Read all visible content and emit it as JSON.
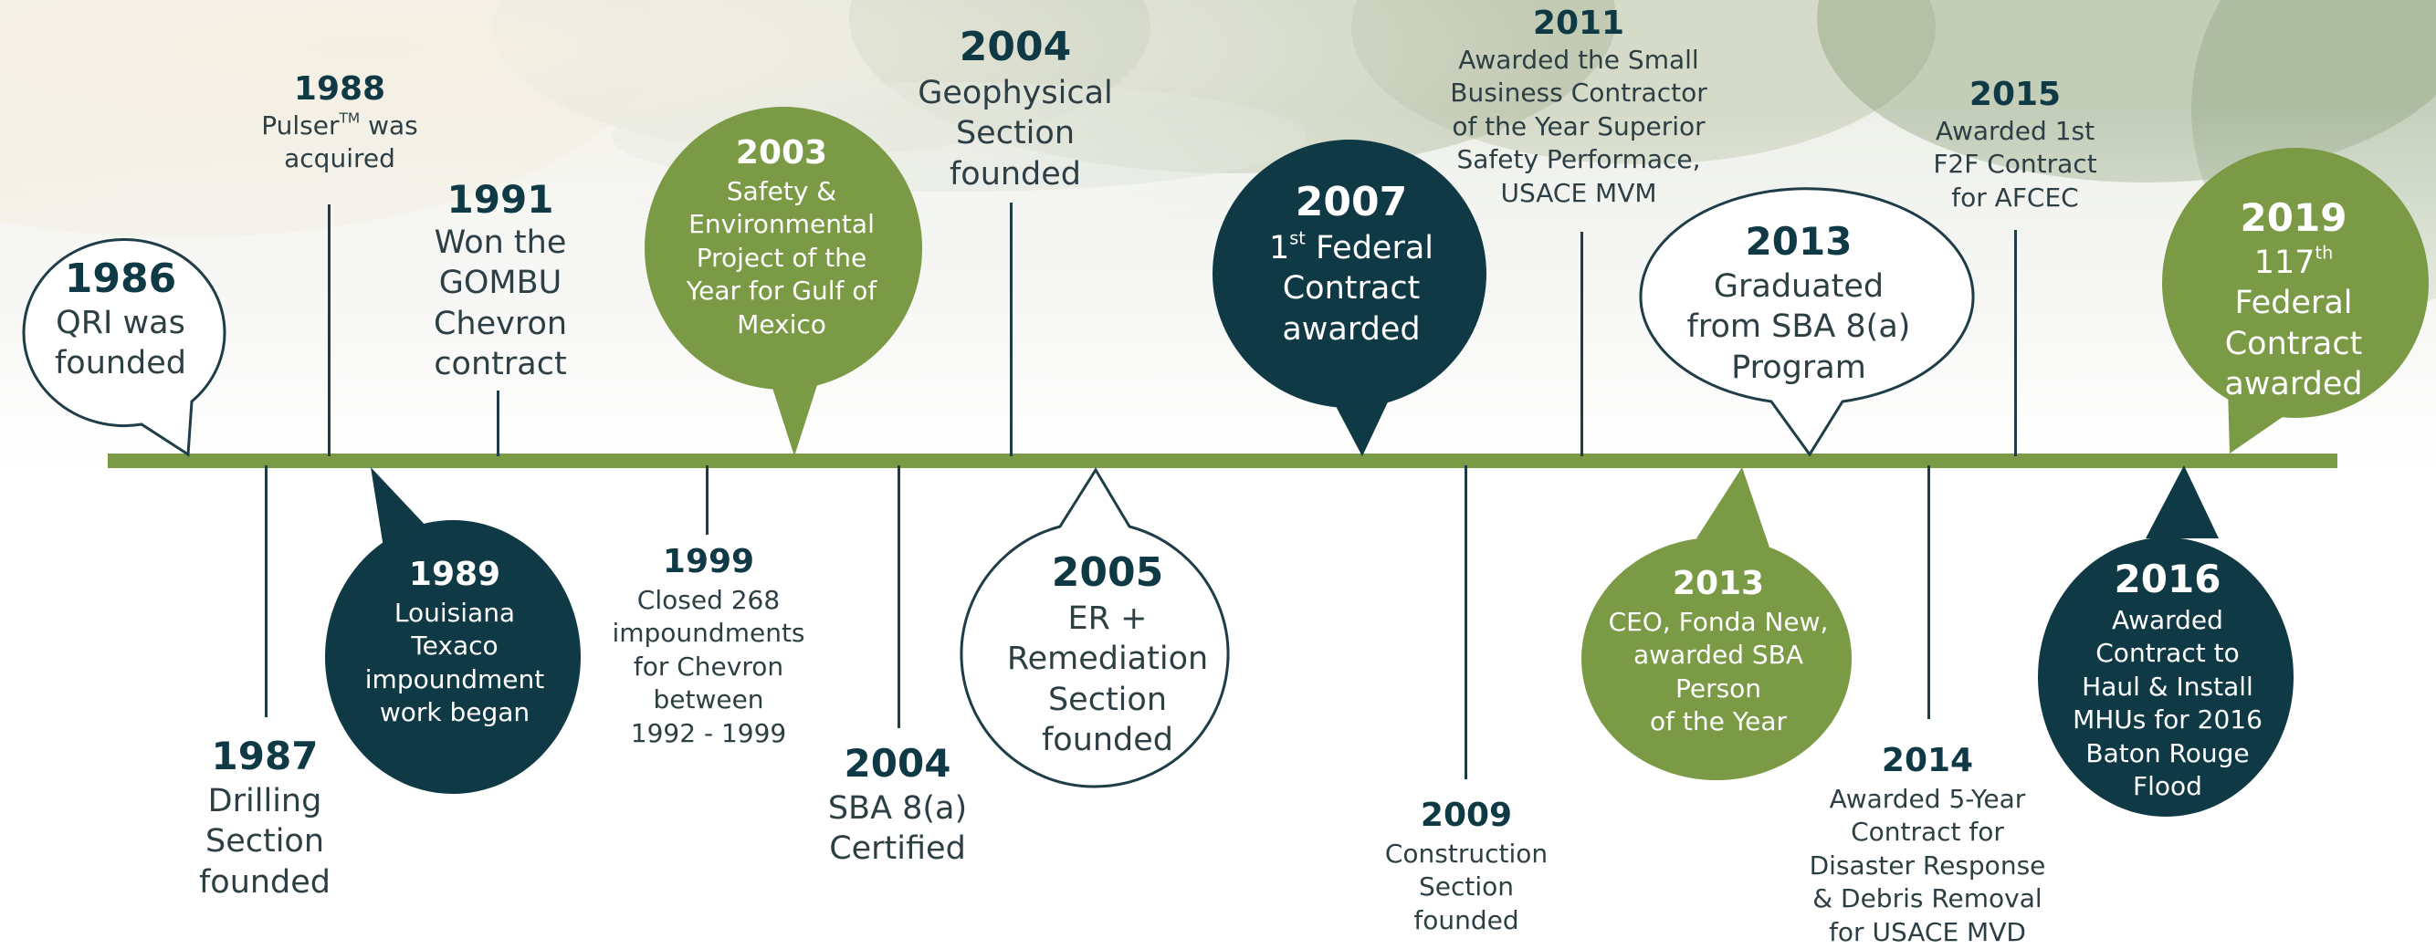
{
  "colors": {
    "green": "#7a9a45",
    "navy": "#0f3a45",
    "outline": "#1f3d47",
    "text": "#2d3f44"
  },
  "events": [
    {
      "id": "1986",
      "year": "1986",
      "text": "QRI was\nfounded",
      "style": "outline"
    },
    {
      "id": "1987",
      "year": "1987",
      "text": "Drilling\nSection\nfounded",
      "style": "plain"
    },
    {
      "id": "1988",
      "year": "1988",
      "text_parts": [
        "Pulser",
        "TM",
        " was\nacquired"
      ],
      "style": "plain"
    },
    {
      "id": "1989",
      "year": "1989",
      "text": "Louisiana\nTexaco\nimpoundment\nwork began",
      "style": "navy"
    },
    {
      "id": "1991",
      "year": "1991",
      "text": "Won the\nGOMBU\nChevron\ncontract",
      "style": "plain"
    },
    {
      "id": "1999",
      "year": "1999",
      "text": "Closed 268\nimpoundments\nfor Chevron\nbetween\n1992 - 1999",
      "style": "plain"
    },
    {
      "id": "2003",
      "year": "2003",
      "text": "Safety &\nEnvironmental\nProject of the\nYear for Gulf of\nMexico",
      "style": "green"
    },
    {
      "id": "2004a",
      "year": "2004",
      "text": "SBA 8(a)\nCertified",
      "style": "plain"
    },
    {
      "id": "2004b",
      "year": "2004",
      "text": "Geophysical\nSection\nfounded",
      "style": "plain"
    },
    {
      "id": "2005",
      "year": "2005",
      "text": "ER +\nRemediation\nSection\nfounded",
      "style": "outline"
    },
    {
      "id": "2007",
      "year": "2007",
      "text_parts": [
        "1",
        "st",
        " Federal\nContract\nawarded"
      ],
      "style": "navy"
    },
    {
      "id": "2009",
      "year": "2009",
      "text": "Construction\nSection\nfounded",
      "style": "plain"
    },
    {
      "id": "2011",
      "year": "2011",
      "text": "Awarded the Small\nBusiness Contractor\nof the Year Superior\nSafety Performace,\nUSACE MVM",
      "style": "plain"
    },
    {
      "id": "2013a",
      "year": "2013",
      "text": "CEO, Fonda New,\nawarded SBA\nPerson\nof the Year",
      "style": "green"
    },
    {
      "id": "2013b",
      "year": "2013",
      "text": "Graduated\nfrom SBA 8(a)\nProgram",
      "style": "outline"
    },
    {
      "id": "2014",
      "year": "2014",
      "text": "Awarded 5-Year\nContract for\nDisaster Response\n& Debris Removal\nfor USACE MVD",
      "style": "plain"
    },
    {
      "id": "2015",
      "year": "2015",
      "text": "Awarded 1st\nF2F Contract\nfor AFCEC",
      "style": "plain"
    },
    {
      "id": "2016",
      "year": "2016",
      "text": "Awarded\nContract to\nHaul & Install\nMHUs for 2016\nBaton Rouge\nFlood",
      "style": "navy"
    },
    {
      "id": "2019",
      "year": "2019",
      "text_parts": [
        "117",
        "th",
        " Federal\nContract\nawarded"
      ],
      "style": "green"
    }
  ]
}
